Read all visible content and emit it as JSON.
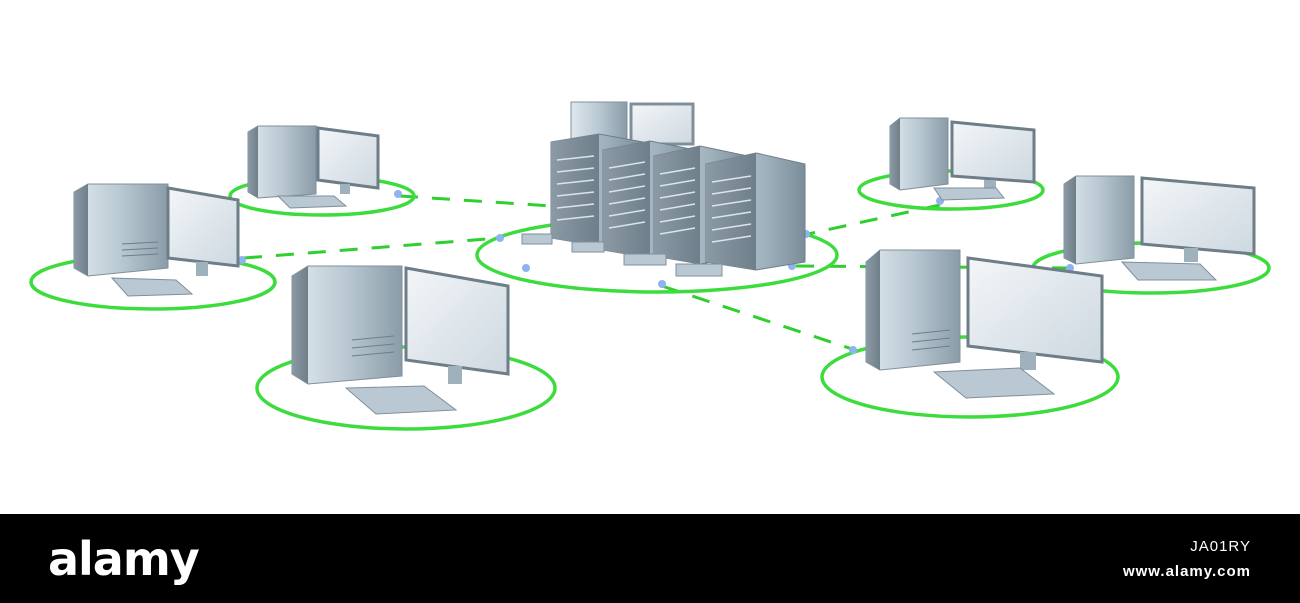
{
  "scene": {
    "subject": "network-diagram",
    "workstation_count": 6,
    "server_rack_count": 4,
    "colors": {
      "ring": "#3ddc3d",
      "link": "#2fcf2f",
      "node": "#8fb3f0",
      "device_body": "#a9bac6",
      "device_shadow": "#7f909c",
      "background": "#ffffff"
    }
  },
  "footer": {
    "logo": "alamy",
    "image_id": "JA01RY",
    "site": "www.alamy.com",
    "background": "#000000"
  }
}
